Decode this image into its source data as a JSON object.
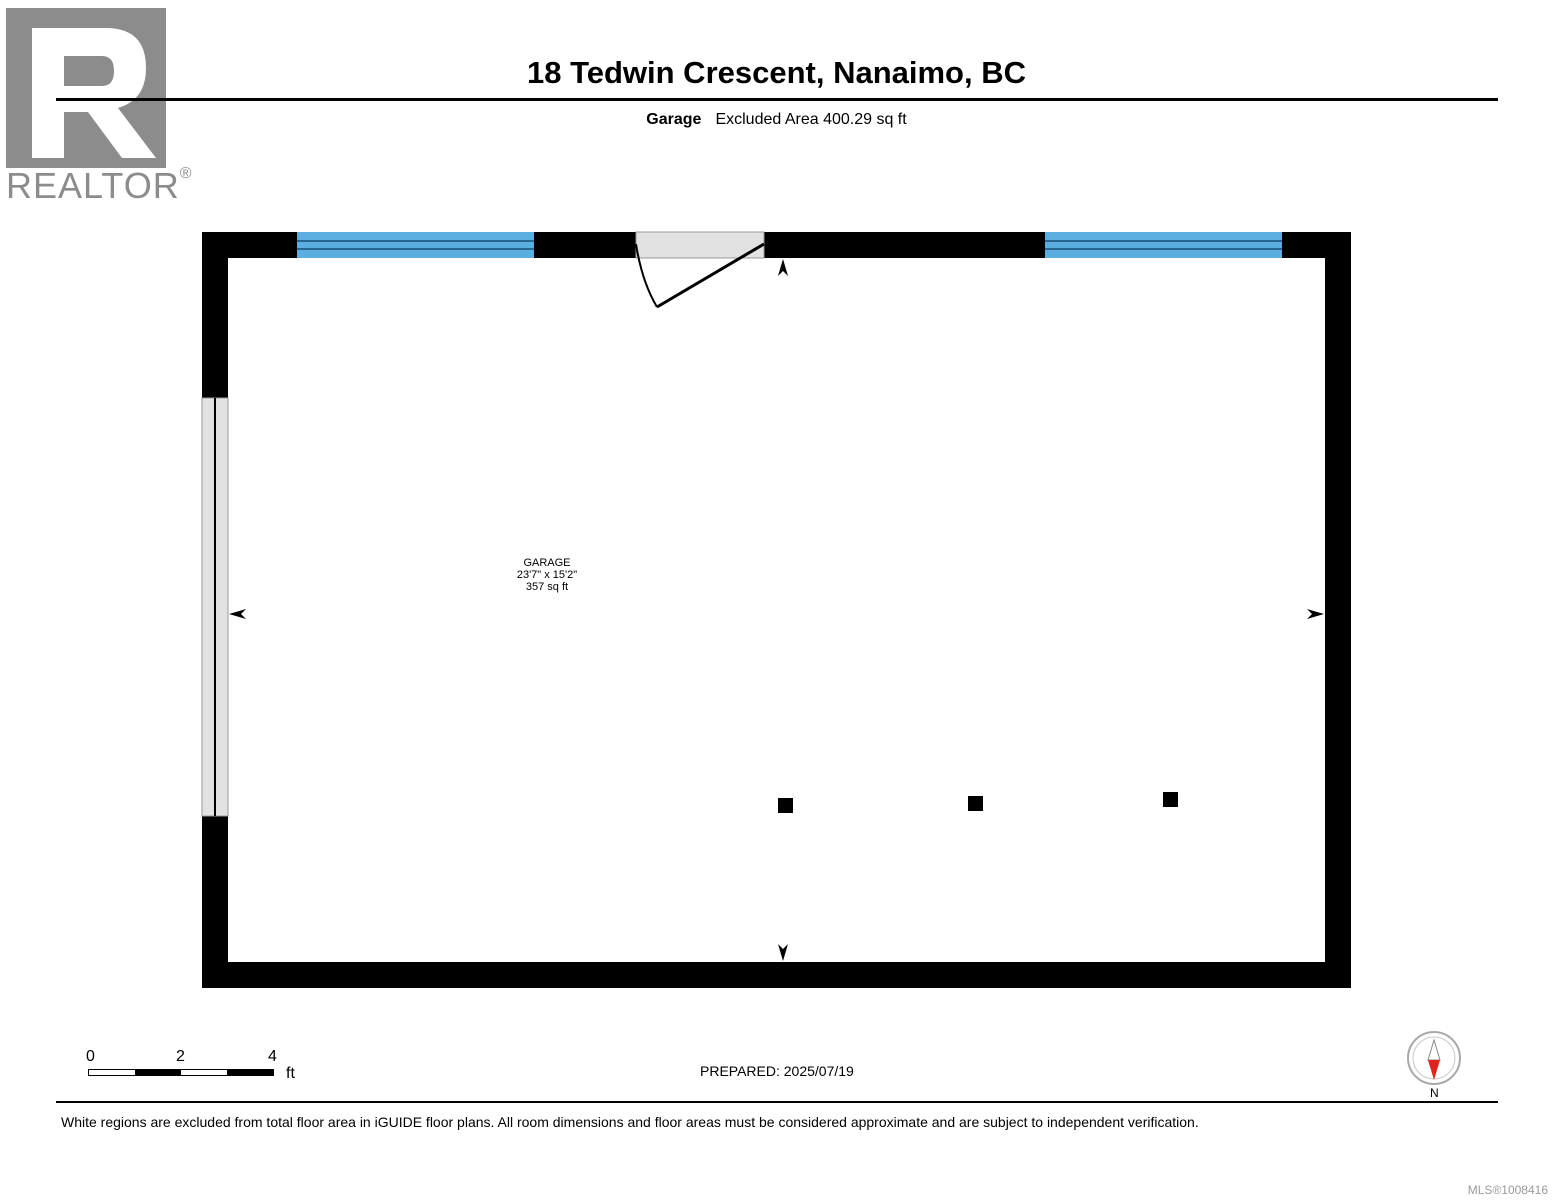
{
  "logo": {
    "word": "REALTOR",
    "reg": "®"
  },
  "header": {
    "title": "18 Tedwin Crescent, Nanaimo, BC",
    "subtitle_label": "Garage",
    "subtitle_value": "Excluded Area 400.29 sq ft"
  },
  "room": {
    "name": "GARAGE",
    "dimensions": "23'7\" x 15'2\"",
    "area": "357 sq ft"
  },
  "scale": {
    "tick_0": "0",
    "tick_2": "2",
    "tick_4": "4",
    "unit": "ft"
  },
  "prepared": "PREPARED: 2025/07/19",
  "compass": {
    "north": "N"
  },
  "disclaimer": "White regions are excluded from total floor area in iGUIDE floor plans. All room dimensions and floor areas must be considered approximate and are subject to independent verification.",
  "mls": "MLS®1008416",
  "colors": {
    "window": "#5aaee0",
    "wall": "#000000",
    "door_gap": "#e2e2e2",
    "logo": "#8c8c8c",
    "compass_needle": "#e0241b"
  }
}
